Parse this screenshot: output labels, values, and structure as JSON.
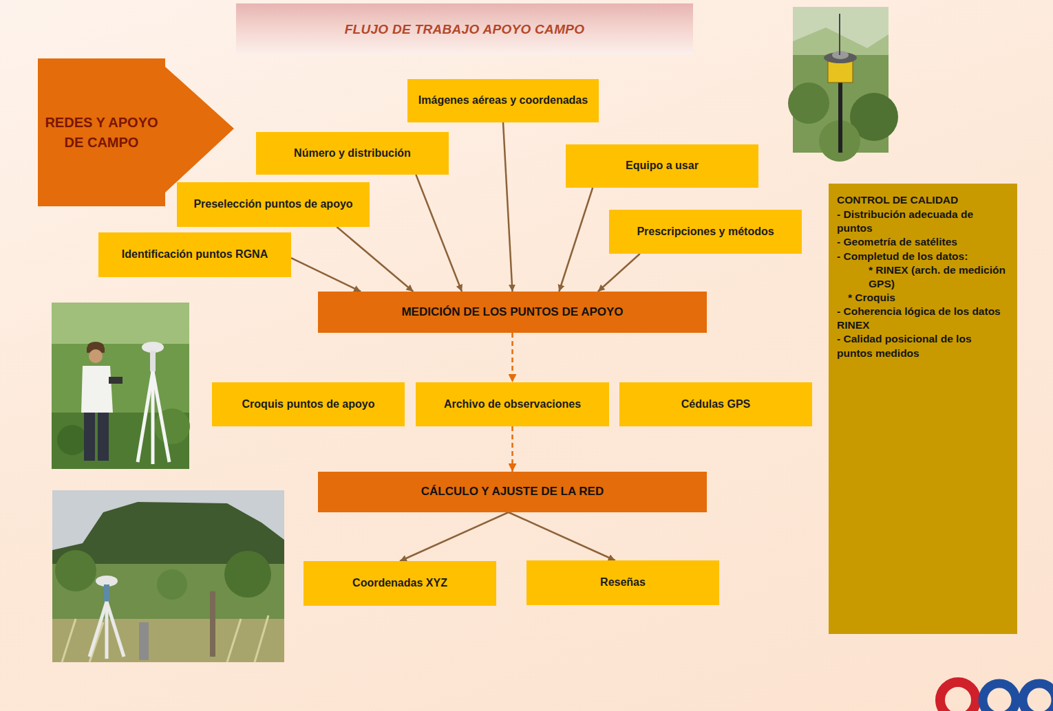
{
  "diagram": {
    "title": "FLUJO DE TRABAJO APOYO CAMPO",
    "nodes": [
      {
        "text": [
          "REDES Y APOYO DE CAMPO"
        ]
      },
      {
        "text": [
          "Imágenes aéreas y coordenadas"
        ]
      },
      {
        "text": [
          "Número y distribución"
        ]
      },
      {
        "text": [
          "Equipo a usar"
        ]
      },
      {
        "text": [
          "Preselección puntos de apoyo"
        ]
      },
      {
        "text": [
          "Prescripciones y métodos"
        ]
      },
      {
        "text": [
          "Identificación puntos RGNA"
        ]
      },
      {
        "text": [
          "MEDICIÓN DE LOS PUNTOS DE APOYO"
        ]
      },
      {
        "text": [
          "Croquis puntos de apoyo"
        ]
      },
      {
        "text": [
          "Archivo de observaciones"
        ]
      },
      {
        "text": [
          "Cédulas GPS"
        ]
      },
      {
        "text": [
          "CÁLCULO Y AJUSTE DE LA RED"
        ]
      },
      {
        "text": [
          "Coordenadas XYZ"
        ]
      },
      {
        "text": [
          "Reseñas"
        ]
      },
      {
        "text": [
          "CONTROL DE CALIDAD",
          "- Distribución adecuada de puntos",
          "- Geometría de satélites",
          "- Completud de los datos:",
          "* RINEX (arch. de medición GPS)",
          "* Croquis",
          "- Coherencia lógica de los datos RINEX",
          "- Calidad posicional de los puntos medidos"
        ]
      }
    ],
    "edges": [
      {
        "from": 6,
        "to": 7,
        "arrow": "to"
      },
      {
        "from": 4,
        "to": 7,
        "arrow": "to"
      },
      {
        "from": 2,
        "to": 7,
        "arrow": "to"
      },
      {
        "from": 1,
        "to": 7,
        "arrow": "to"
      },
      {
        "from": 3,
        "to": 7,
        "arrow": "to"
      },
      {
        "from": 5,
        "to": 7,
        "arrow": "to"
      },
      {
        "from": 7,
        "to": 9,
        "arrow": "to"
      },
      {
        "from": 9,
        "to": 11,
        "arrow": "to"
      },
      {
        "from": 11,
        "to": 12,
        "arrow": "to"
      },
      {
        "from": 11,
        "to": 13,
        "arrow": "to"
      }
    ]
  }
}
